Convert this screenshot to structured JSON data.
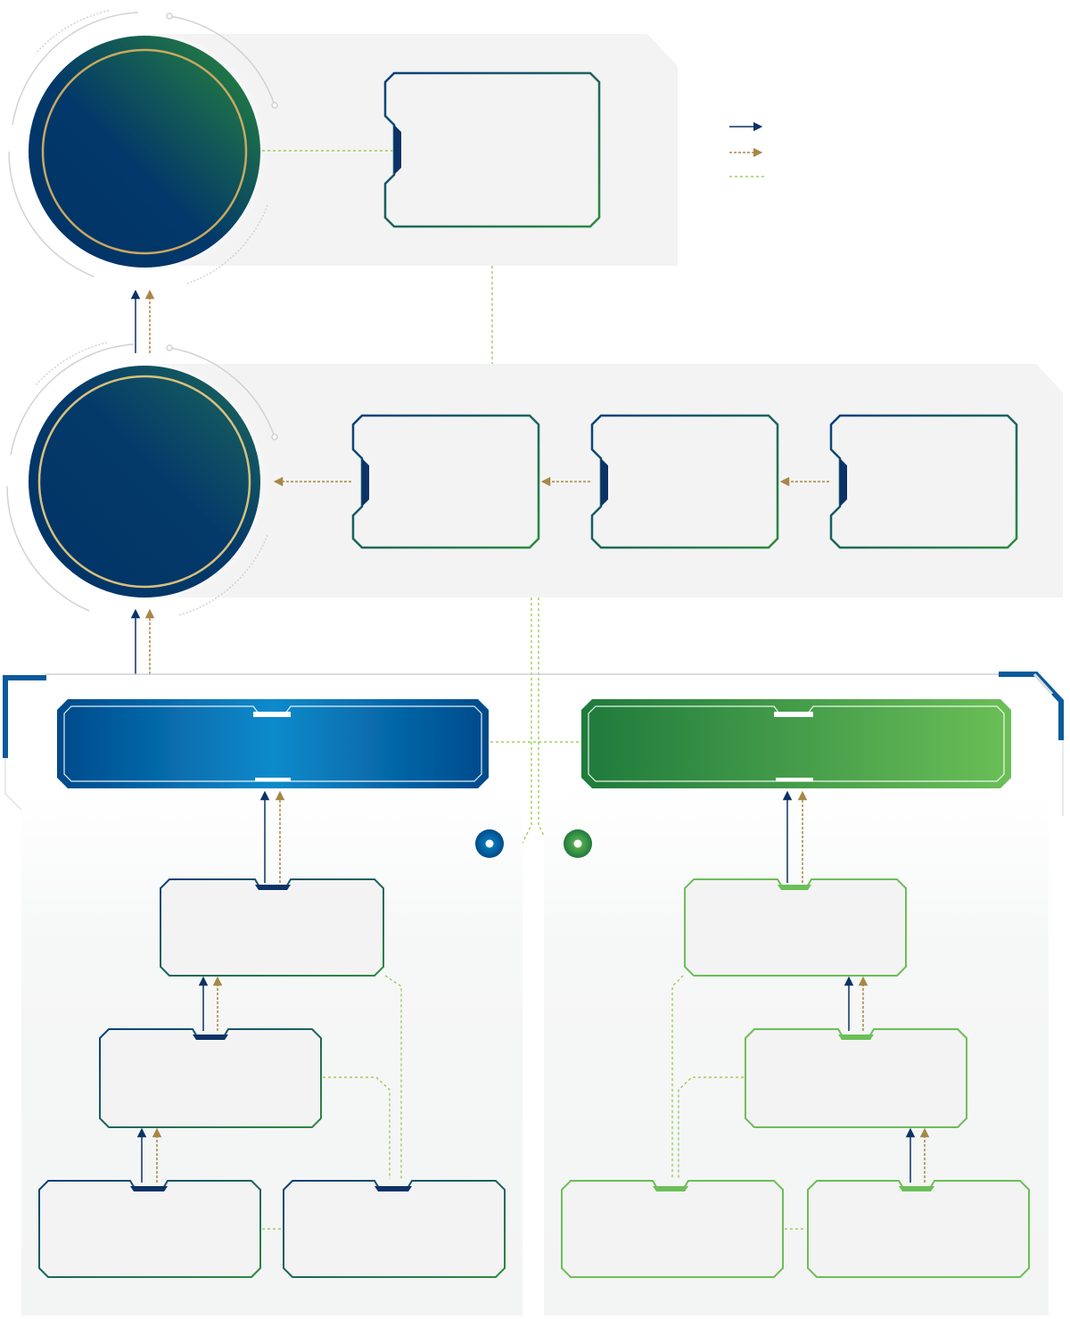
{
  "colors": {
    "navy": "#003366",
    "blue": "#0a5a9c",
    "blue_light": "#0b8acb",
    "green_dark": "#1f7a3c",
    "green": "#2e8b3e",
    "green_light": "#6bbf57",
    "gold": "#a88745",
    "panel_gray": "#f3f3f3",
    "connector_green": "#8cc63f"
  },
  "legend": {
    "solid_arrow_icon": "navy-solid-arrow",
    "dashed_arrow_icon": "gold-dashed-arrow",
    "dashed_line_icon": "green-dashed-line"
  },
  "sections": {
    "left_column": {
      "accent": "blue"
    },
    "right_column": {
      "accent": "green"
    }
  }
}
